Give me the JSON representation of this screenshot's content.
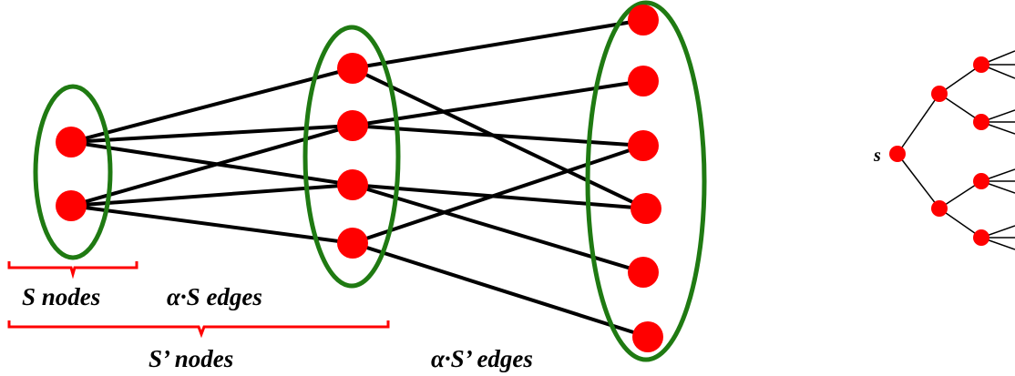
{
  "labels": {
    "s_nodes": "S nodes",
    "alpha_s_edges": "α·S edges",
    "s_prime_nodes": "S’ nodes",
    "alpha_s_prime_edges": "α·S’ edges",
    "tree_root": "s"
  },
  "colors": {
    "node": "#ff0000",
    "ellipse": "#1f7a12",
    "edge": "#000000",
    "brace": "#ff0000",
    "text": "#000000"
  }
}
